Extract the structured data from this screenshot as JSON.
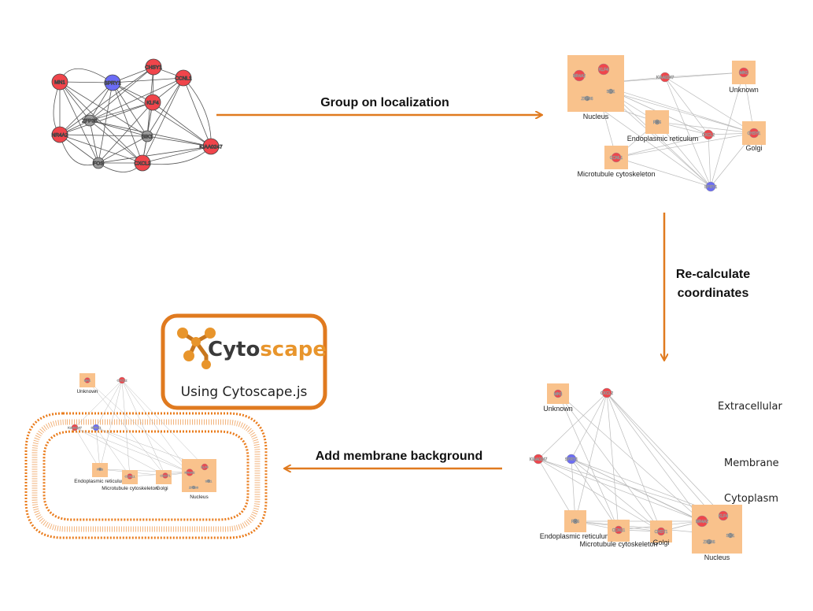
{
  "steps": {
    "group": "Group on localization",
    "recalc_line1": "Re-calculate",
    "recalc_line2": "coordinates",
    "membrane": "Add membrane background"
  },
  "logo": {
    "word_cyto": "Cyto",
    "word_scape": "scape",
    "caption": "Using Cytoscape.js"
  },
  "regions": {
    "extracellular": "Extracellular",
    "membrane": "Membrane",
    "cytoplasm": "Cytoplasm"
  },
  "groups": {
    "nucleus": "Nucleus",
    "unknown": "Unknown",
    "er": "Endoplasmic reticulum",
    "golgi": "Golgi",
    "microtubule": "Microtubule cytoskeleton"
  },
  "genes": {
    "mn1": "MN1",
    "spry1": "SPRY1",
    "chsy1": "CHSY1",
    "ccnl1": "CCNL1",
    "klf4": "KLF4",
    "zfp36": "ZFP36",
    "sik1": "SIK1",
    "nr4a2": "NR4A2",
    "fos": "FOS",
    "cxcl2": "CXCL2",
    "kiaa0247": "KIAA0247"
  },
  "colors": {
    "arrow": "#e07a1f",
    "red_node": "#f0454b",
    "blue_node": "#6b6cf5",
    "gray_node": "#9a9a9a",
    "group_box": "#f9c28c",
    "membrane": "#ea7d1e"
  }
}
